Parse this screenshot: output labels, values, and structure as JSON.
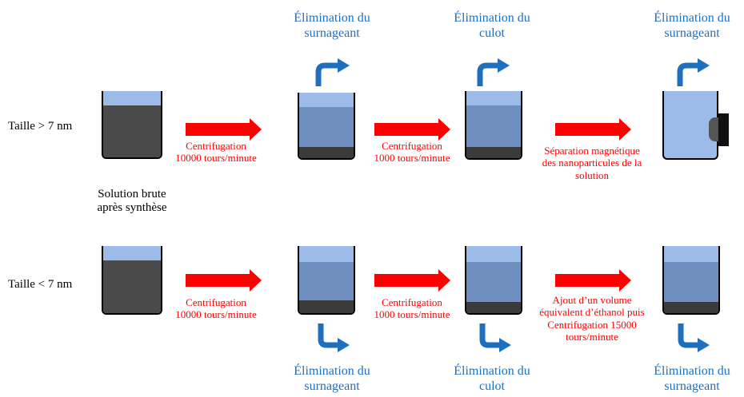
{
  "rows": {
    "top_label": "Taille > 7 nm",
    "bottom_label": "Taille < 7 nm"
  },
  "start_label": [
    "Solution brute",
    "après synthèse"
  ],
  "top_steps": {
    "step1": [
      "Centrifugation",
      "10000 tours/minute"
    ],
    "step2": [
      "Centrifugation",
      "1000 tours/minute"
    ],
    "step3": [
      "Séparation magnétique",
      "des nanoparticules de la",
      "solution"
    ]
  },
  "bottom_steps": {
    "step1": [
      "Centrifugation",
      "10000 tours/minute"
    ],
    "step2": [
      "Centrifugation",
      "1000 tours/minute"
    ],
    "step3": [
      "Ajout d’un volume",
      "équivalent d’éthanol puis",
      "Centrifugation 15000",
      "tours/minute"
    ]
  },
  "top_elims": {
    "e1": [
      "Élimination du",
      "surnageant"
    ],
    "e2": [
      "Élimination du",
      "culot"
    ],
    "e3": [
      "Élimination du",
      "surnageant"
    ]
  },
  "bottom_elims": {
    "e1": [
      "Élimination du",
      "surnageant"
    ],
    "e2": [
      "Élimination du",
      "culot"
    ],
    "e3": [
      "Élimination du",
      "surnageant"
    ]
  },
  "colors": {
    "process_arrow": "#ff0000",
    "elimination": "#1f6fbf",
    "liquid_light": "#9dbbe8",
    "liquid_mid": "#6f8fc0",
    "sediment": "#3b3b3b",
    "crude": "#4a4a4a",
    "magnet": "#111111"
  }
}
